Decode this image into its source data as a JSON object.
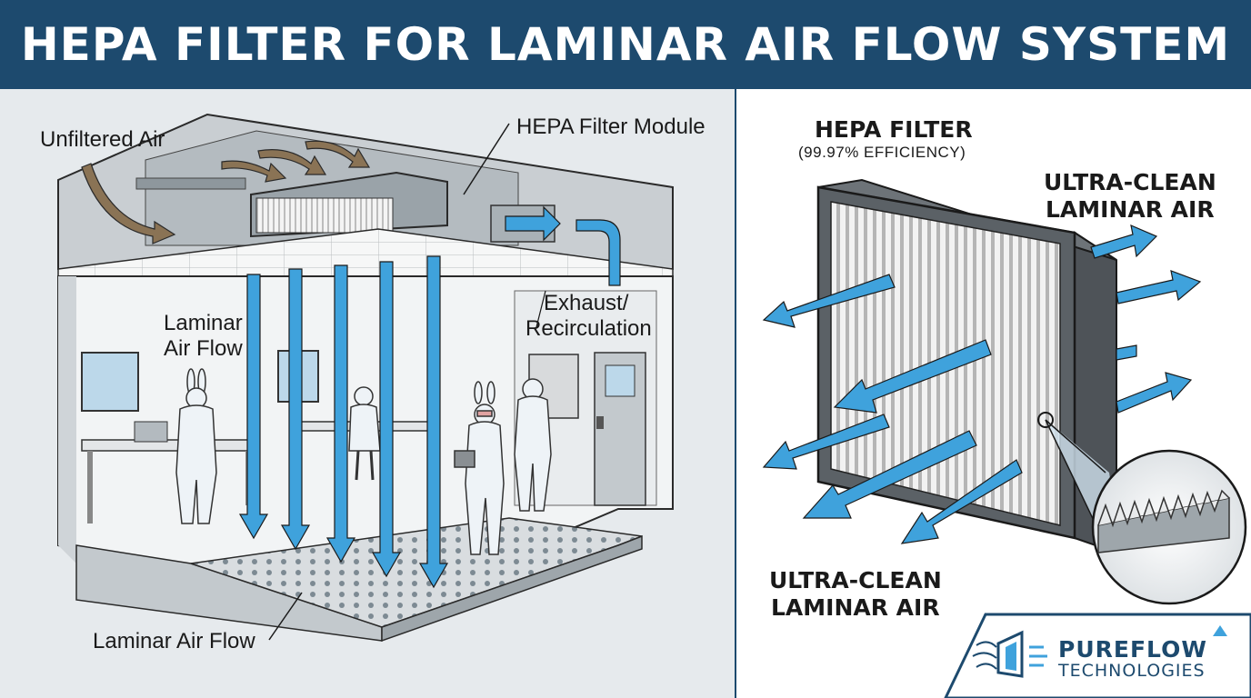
{
  "title": "HEPA FILTER FOR LAMINAR AIR FLOW SYSTEM",
  "room": {
    "unfiltered_air": "Unfiltered Air",
    "filter_module": "HEPA Filter Module",
    "exhaust_line1": "Exhaust/",
    "exhaust_line2": "Recirculation",
    "laminar_line1": "Laminar",
    "laminar_line2": "Air Flow",
    "floor_label": "Laminar Air Flow"
  },
  "filter": {
    "title": "HEPA FILTER",
    "efficiency": "(99.97% EFFICIENCY)",
    "out_line1": "ULTRA-CLEAN",
    "out_line2": "LAMINAR AIR",
    "in_line1": "ULTRA-CLEAN",
    "in_line2": "LAMINAR AIR"
  },
  "logo": {
    "name": "PUREFLOW",
    "sub": "TECHNOLOGIES"
  },
  "colors": {
    "banner": "#1d4a6e",
    "airflow_blue": "#3fa2dc",
    "unfiltered_brown": "#8a7355"
  },
  "icons": [
    "arrow-icon",
    "bunny-ear-figure-icon",
    "pureflow-logo-icon"
  ]
}
